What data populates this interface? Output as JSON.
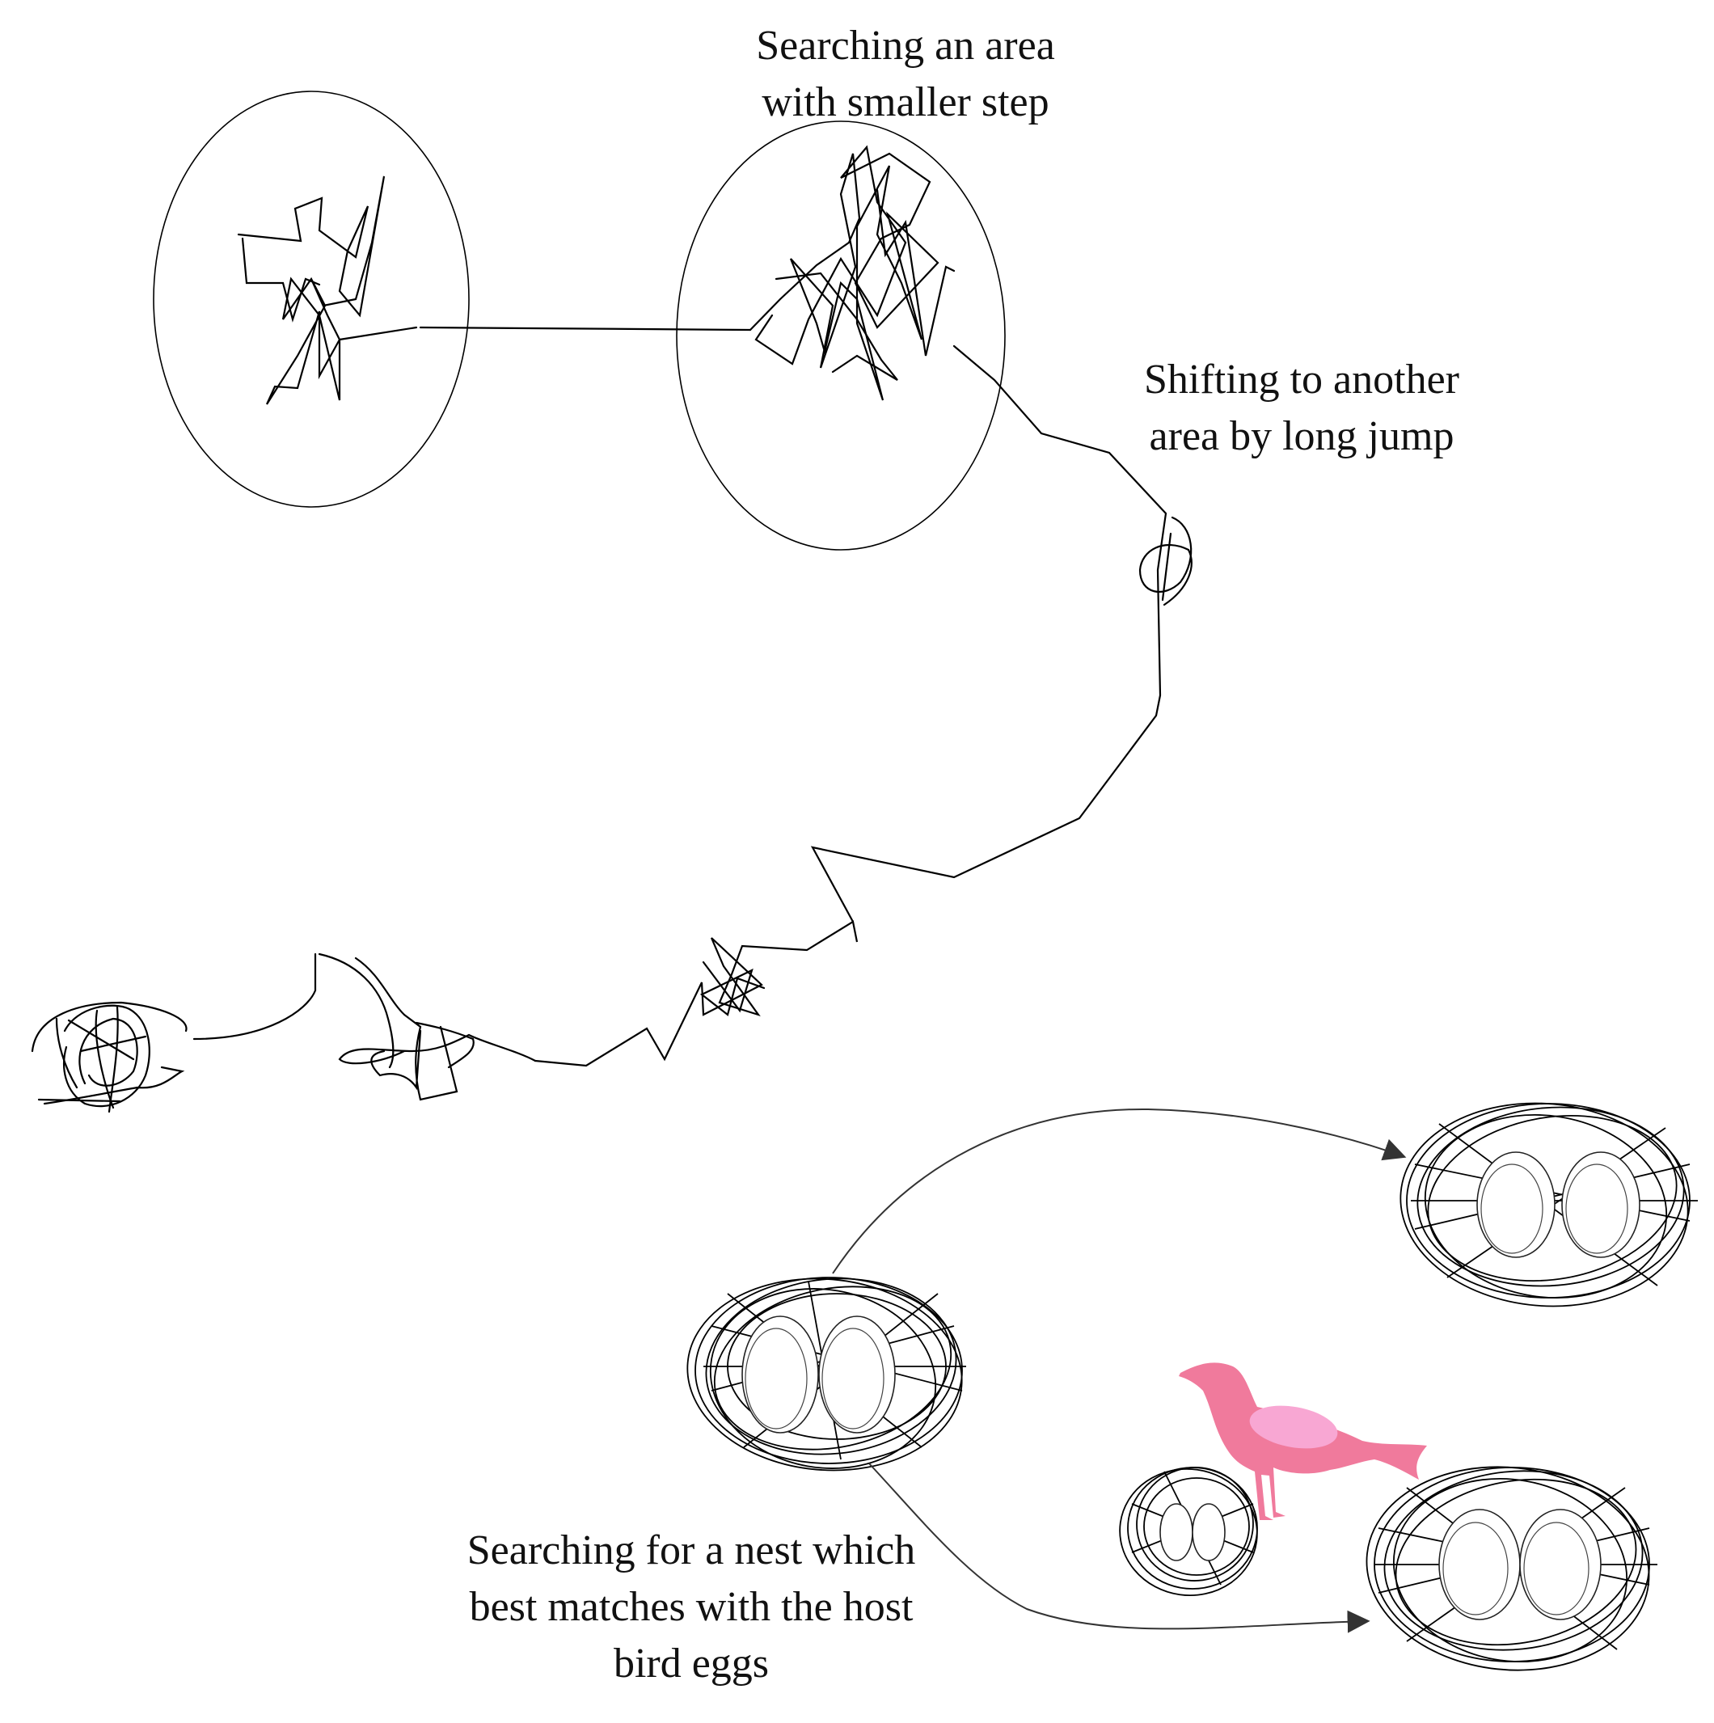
{
  "labels": {
    "small_step": [
      "Searching an area",
      "with smaller step"
    ],
    "long_jump": [
      "Shifting to another",
      "area by long jump"
    ],
    "nest_search": [
      "Searching for a nest which",
      "best matches with the host",
      "bird eggs"
    ]
  },
  "colors": {
    "ink": "#000000",
    "bird": "#f07a9c",
    "bird_wing": "#f8a7d3",
    "egg": "#ffffff"
  },
  "icons": [
    "cuckoo-bird-icon",
    "bird-nest-icon",
    "egg-icon"
  ]
}
